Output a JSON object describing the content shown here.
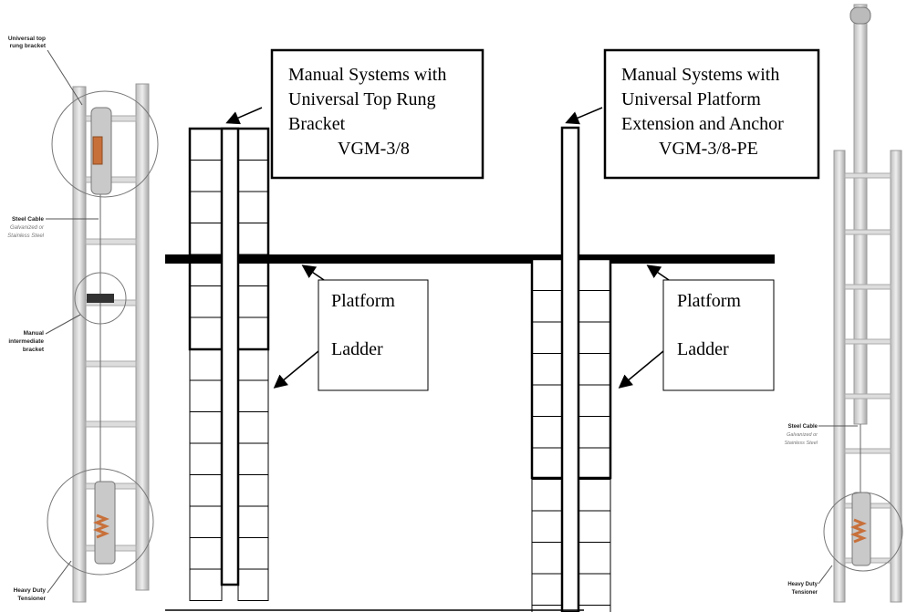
{
  "left_photo": {
    "top_bracket_label": [
      "Universal top",
      "rung bracket"
    ],
    "cable_label": "Steel Cable",
    "cable_sub": [
      "Galvanized or",
      "Stainless Steel"
    ],
    "intermediate_label": [
      "Manual",
      "intermediate",
      "bracket"
    ],
    "tensioner_label": [
      "Heavy Duty",
      "Tensioner"
    ]
  },
  "right_photo": {
    "cable_label": "Steel Cable",
    "cable_sub": [
      "Galvanized or",
      "Stainless Steel"
    ],
    "tensioner_label": [
      "Heavy Duty",
      "Tensioner"
    ]
  },
  "box_left_title": [
    "Manual Systems with",
    "Universal Top Rung",
    "Bracket"
  ],
  "box_left_code": "VGM-3/8",
  "box_right_title": [
    "Manual Systems with",
    "Universal Platform",
    "Extension and Anchor"
  ],
  "box_right_code": "VGM-3/8-PE",
  "platform_label": "Platform",
  "ladder_label": "Ladder"
}
